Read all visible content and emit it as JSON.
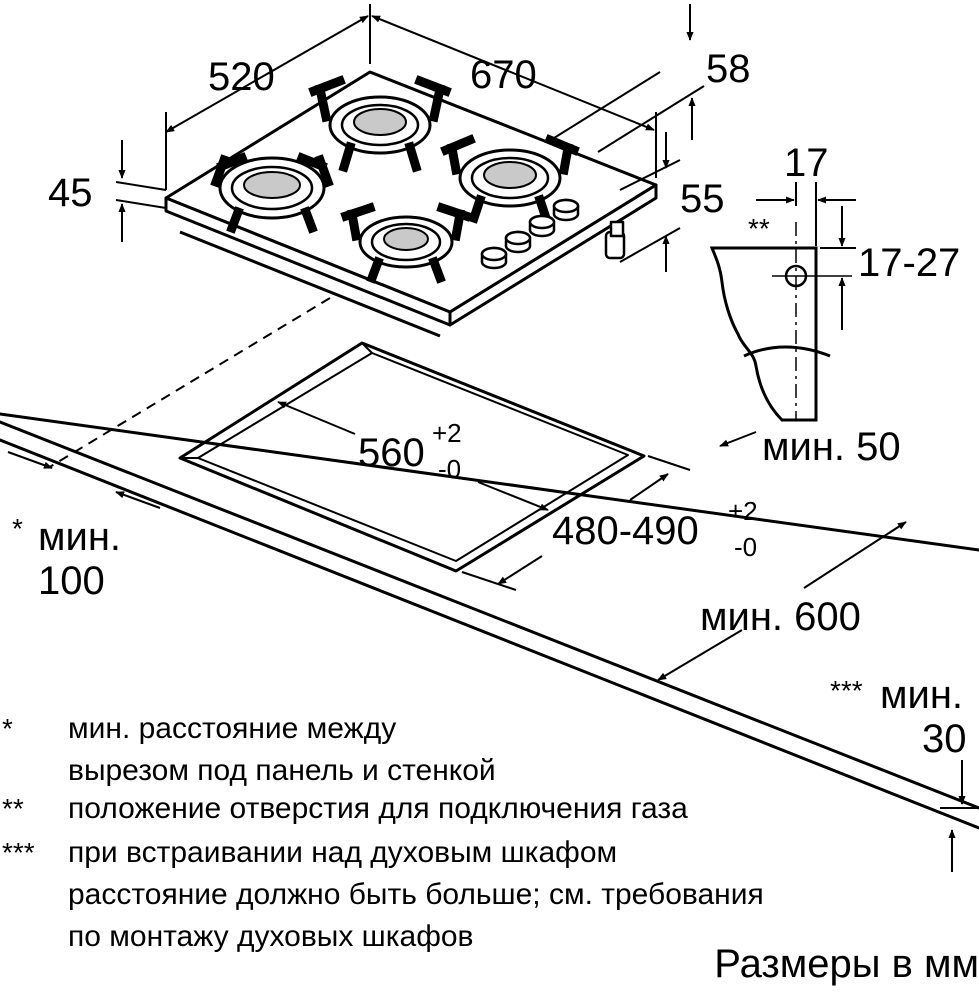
{
  "dimensions": {
    "hob_depth": "520",
    "hob_width": "670",
    "height_total": "58",
    "height_top": "45",
    "height_below": "55",
    "gas_offset_horizontal": "17",
    "gas_offset_vertical": "17-27",
    "gas_mark": "**",
    "cutout_width": "560",
    "cutout_width_tol_plus": "+2",
    "cutout_width_tol_minus": "-0",
    "cutout_depth": "480-490",
    "cutout_depth_tol_plus": "+2",
    "cutout_depth_tol_minus": "-0",
    "min_back": "мин. 50",
    "min_wall_mark": "*",
    "min_wall_label": "мин.",
    "min_wall_value": "100",
    "min_worktop": "мин. 600",
    "min_oven_mark": "***",
    "min_oven_label": "мин.",
    "min_oven_value": "30"
  },
  "notes": [
    {
      "mark": "*",
      "lines": [
        "мин. расстояние между",
        "вырезом под панель и стенкой"
      ]
    },
    {
      "mark": "**",
      "lines": [
        "положение отверстия для подключения газа"
      ]
    },
    {
      "mark": "***",
      "lines": [
        "при встраивании над духовым шкафом",
        "расстояние должно быть больше; см. требования",
        "по монтажу духовых шкафов"
      ]
    }
  ],
  "units": "Размеры в мм"
}
